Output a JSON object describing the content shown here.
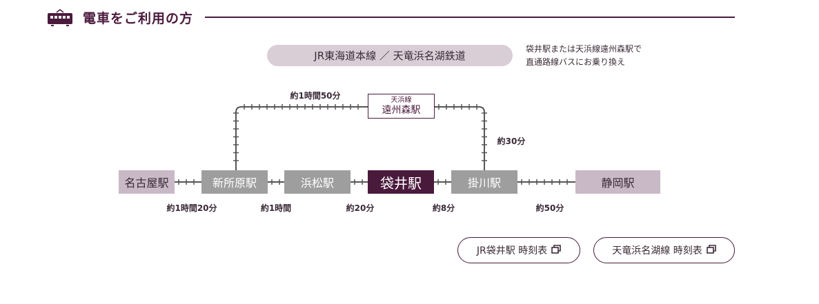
{
  "header": {
    "title": "電車をご利用の方",
    "icon": "train-icon"
  },
  "lines_label": "JR東海道本線 ／ 天竜浜名湖鉄道",
  "note": {
    "line1": "袋井駅または天浜線遠州森駅で",
    "line2": "直通路線バスにお乗り換え"
  },
  "stations": {
    "nagoya": "名古屋駅",
    "shinjohara": "新所原駅",
    "hamamatsu": "浜松駅",
    "fukuroi": "袋井駅",
    "kakegawa": "掛川駅",
    "shizuoka": "静岡駅",
    "morimachi_line": "天浜線",
    "morimachi": "遠州森駅"
  },
  "times": {
    "upper_route": "約1時間50分",
    "morimachi_kakegawa": "約30分",
    "nagoya_shinjohara": "約1時間20分",
    "shinjohara_hamamatsu": "約1時間",
    "hamamatsu_fukuroi": "約20分",
    "fukuroi_kakegawa": "約8分",
    "kakegawa_shizuoka": "約50分"
  },
  "buttons": {
    "jr": "JR袋井駅 時刻表",
    "tenhama": "天竜浜名湖線 時刻表",
    "icon": "external-window-icon"
  },
  "colors": {
    "accent": "#4a1a3c",
    "station": "#9e9e9e",
    "terminal": "#c9b9c6",
    "pill": "#d9ced6"
  }
}
